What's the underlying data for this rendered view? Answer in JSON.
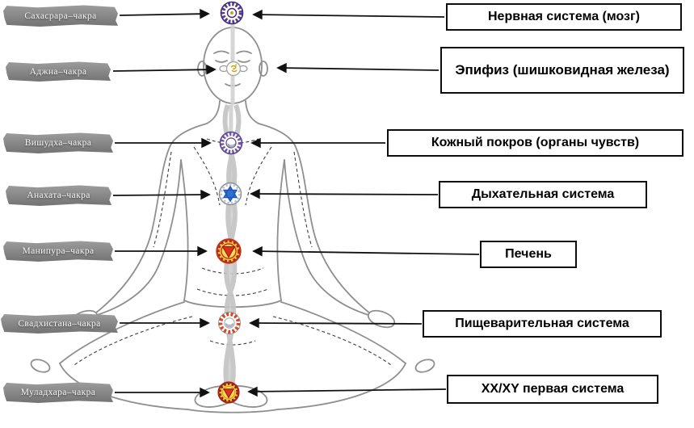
{
  "rows": [
    {
      "chakra_label": "Сахасрара–чакра",
      "system_label": "Нервная система (мозг)",
      "chakra_icon": "sahasrara-chakra-icon"
    },
    {
      "chakra_label": "Аджна–чакра",
      "system_label": "Эпифиз (шишковидная железа)",
      "chakra_icon": "ajna-chakra-icon"
    },
    {
      "chakra_label": "Вишудха–чакра",
      "system_label": "Кожный покров (органы чувств)",
      "chakra_icon": "vishuddha-chakra-icon"
    },
    {
      "chakra_label": "Анахата–чакра",
      "system_label": "Дыхательная система",
      "chakra_icon": "anahata-chakra-icon"
    },
    {
      "chakra_label": "Манипура–чакра",
      "system_label": "Печень",
      "chakra_icon": "manipura-chakra-icon"
    },
    {
      "chakra_label": "Свадхистана–чакра",
      "system_label": "Пищеварительная система",
      "chakra_icon": "svadhisthana-chakra-icon"
    },
    {
      "chakra_label": "Муладхара–чакра",
      "system_label": "XX/XY первая система",
      "chakra_icon": "muladhara-chakra-icon"
    }
  ],
  "colors": {
    "ribbon_fill": "#8e8e8e",
    "ribbon_text": "#f7f7f7",
    "box_border": "#0d0d0d",
    "box_text": "#000000",
    "arrow": "#111111",
    "figure_line": "#8f8f8f",
    "channel": "#c3c3c3",
    "chakra": {
      "sahasrara": "#553a8e",
      "ajna": "#c9a227",
      "vishuddha": "#6f55a8",
      "anahata": "#2e6fd4",
      "manipura": "#d8301c",
      "svadhisthana": "#d24b2c",
      "muladhara": "#e03020"
    }
  }
}
